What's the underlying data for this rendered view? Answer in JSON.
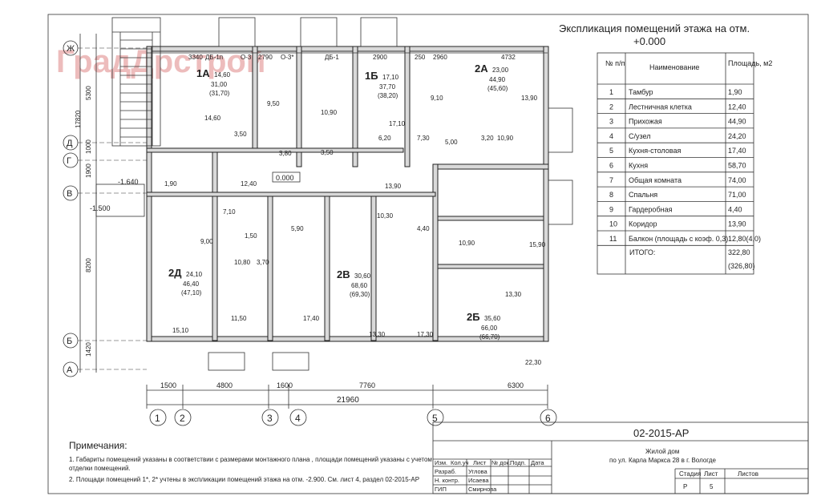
{
  "watermark": "ГрадДрстрой",
  "explication": {
    "title_line1": "Экспликация помещений этажа на отм.",
    "title_line2": "+0.000",
    "headers": [
      "№ п/п",
      "Наименование",
      "Площадь, м2"
    ],
    "rows": [
      [
        "1",
        "Тамбур",
        "1,90"
      ],
      [
        "2",
        "Лестничная клетка",
        "12,40"
      ],
      [
        "3",
        "Прихожая",
        "44,90"
      ],
      [
        "4",
        "С/узел",
        "24,20"
      ],
      [
        "5",
        "Кухня-столовая",
        "17,40"
      ],
      [
        "6",
        "Кухня",
        "58,70"
      ],
      [
        "7",
        "Общая комната",
        "74,00"
      ],
      [
        "8",
        "Спальня",
        "71,00"
      ],
      [
        "9",
        "Гардеробная",
        "4,40"
      ],
      [
        "10",
        "Коридор",
        "13,90"
      ],
      [
        "11",
        "Балкон (площадь с коэф. 0,3)",
        "12,80(4,0)"
      ]
    ],
    "total_label": "ИТОГО:",
    "total_value": "322,80",
    "total_value2": "(326,80)"
  },
  "axes": {
    "letters": [
      "Ж",
      "Д",
      "Г",
      "В",
      "Б",
      "А"
    ],
    "numbers": [
      "1",
      "2",
      "3",
      "4",
      "5",
      "6"
    ]
  },
  "apartments": [
    {
      "id": "1А",
      "a": "14,60",
      "b": "31,00",
      "c": "(31,70)"
    },
    {
      "id": "1Б",
      "a": "17,10",
      "b": "37,70",
      "c": "(38,20)"
    },
    {
      "id": "2А",
      "a": "23,00",
      "b": "44,90",
      "c": "(45,60)"
    },
    {
      "id": "2Д",
      "a": "24,10",
      "b": "46,40",
      "c": "(47,10)"
    },
    {
      "id": "2В",
      "a": "30,60",
      "b": "68,60",
      "c": "(69,30)"
    },
    {
      "id": "2Б",
      "a": "35,60",
      "b": "66,00",
      "c": "(66,70)"
    }
  ],
  "dims": {
    "bottom1": [
      "1500",
      "4800",
      "1600",
      "7760",
      "6300"
    ],
    "bottom_total": "21960",
    "left": [
      "5300",
      "17820",
      "1000",
      "1900",
      "8200",
      "1420"
    ],
    "top_marks": [
      "3340",
      "ДБ-1п",
      "О-3",
      "2790",
      "О-3*",
      "ДБ-1",
      "2900",
      "250",
      "2960",
      "4732"
    ],
    "levels": [
      "0.000",
      "-1.640",
      "-1.500"
    ]
  },
  "room_labels": [
    "1,90",
    "3,50",
    "9,50",
    "10,90",
    "3,80",
    "3,50",
    "17,10",
    "6,20",
    "7,30",
    "3,20",
    "5,00",
    "10,90",
    "9,10",
    "13,90",
    "12,40",
    "13,90",
    "7,10",
    "9,00",
    "5,90",
    "10,30",
    "4,40",
    "10,90",
    "15,90",
    "11,50",
    "17,40",
    "13,30",
    "17,30",
    "13,30",
    "22,30",
    "15,10",
    "14,60",
    "10,80",
    "1,50",
    "3,70"
  ],
  "notes": {
    "title": "Примечания:",
    "items": [
      "1.   Габариты помещений указаны в соответствии с размерами монтажного плана , площади помещений указаны с учетом",
      "       отделки помещений.",
      "2.   Площади помещений 1*, 2* учтены в экспликации помещений этажа на отм. -2.900. См. лист 4, раздел 02-2015-АР"
    ]
  },
  "stamp": {
    "code": "02-2015-АР",
    "object_line1": "Жилой дом",
    "object_line2": "по ул. Карла Маркса 28 в г. Вологде",
    "header_cols": [
      "Изм.",
      "Кол.уч",
      "Лист",
      "№ док.",
      "Подп.",
      "Дата"
    ],
    "roles": [
      {
        "role": "Разраб.",
        "name": "Углова"
      },
      {
        "role": "Н. контр.",
        "name": "Исаева"
      },
      {
        "role": "ГИП",
        "name": "Смирнова"
      }
    ],
    "stage_label": "Стадия",
    "sheet_label": "Лист",
    "sheets_label": "Листов",
    "stage": "Р",
    "sheet": "5"
  }
}
